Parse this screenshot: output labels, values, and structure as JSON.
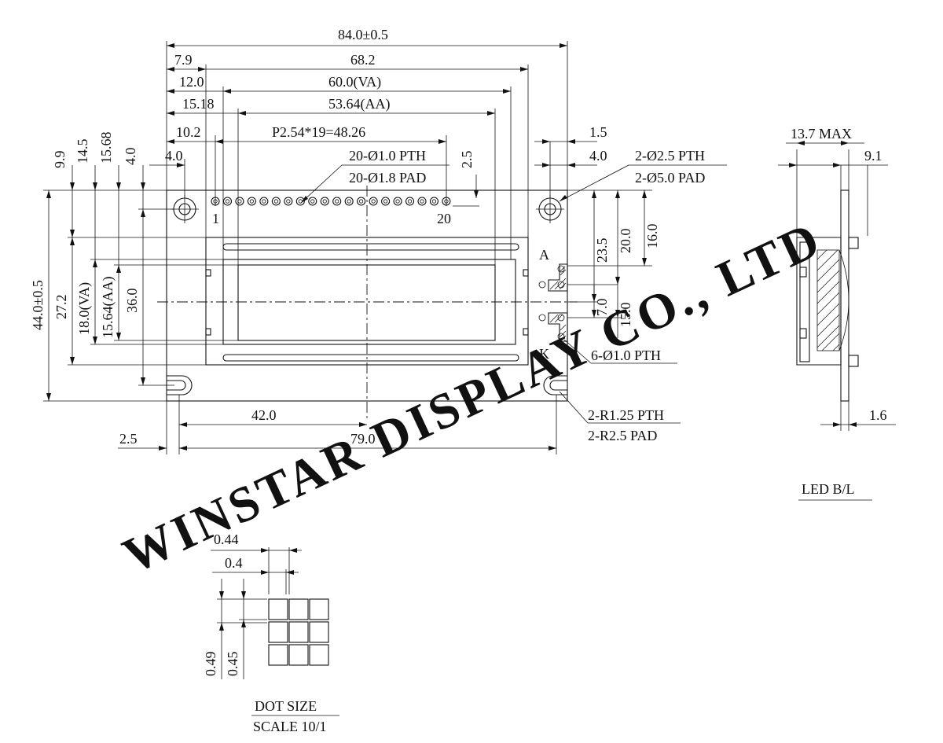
{
  "watermark": "WINSTAR DISPLAY CO., LTD",
  "top_dims": {
    "overall": "84.0±0.5",
    "d1": "7.9",
    "d2": "68.2",
    "d3": "12.0",
    "d4": "60.0(VA)",
    "d5": "15.18",
    "d6": "53.64(AA)",
    "d7": "10.2",
    "pitch": "P2.54*19=48.26",
    "d8": "4.0",
    "d9": "2.5",
    "d10": "1.5",
    "d11": "4.0"
  },
  "left_dims": {
    "d1": "9.9",
    "d2": "14.5",
    "d3": "15.68",
    "d4": "4.0",
    "overall": "44.0±0.5",
    "d5": "27.2",
    "d6": "18.0(VA)",
    "d7": "15.64(AA)",
    "d8": "36.0"
  },
  "right_dims": {
    "d1": "23.5",
    "d2": "20.0",
    "d3": "16.0",
    "d4": "7.0",
    "d5": "15.0"
  },
  "bottom_dims": {
    "d1": "42.0",
    "d2": "2.5",
    "d3": "79.0"
  },
  "callouts": {
    "pins_pth": "20-Ø1.0 PTH",
    "pins_pad": "20-Ø1.8 PAD",
    "holes_pth": "2-Ø2.5 PTH",
    "holes_pad": "2-Ø5.0 PAD",
    "led_pth": "6-Ø1.0 PTH",
    "slot_pth": "2-R1.25 PTH",
    "slot_pad": "2-R2.5 PAD"
  },
  "pin_labels": {
    "first": "1",
    "last": "20",
    "anode": "A",
    "cathode": "K"
  },
  "side_view": {
    "max": "13.7 MAX",
    "d1": "9.1",
    "d2": "1.6",
    "title": "LED B/L"
  },
  "dot_view": {
    "d1": "0.44",
    "d2": "0.4",
    "d3": "0.49",
    "d4": "0.45",
    "title": "DOT SIZE",
    "scale": "SCALE 10/1"
  }
}
